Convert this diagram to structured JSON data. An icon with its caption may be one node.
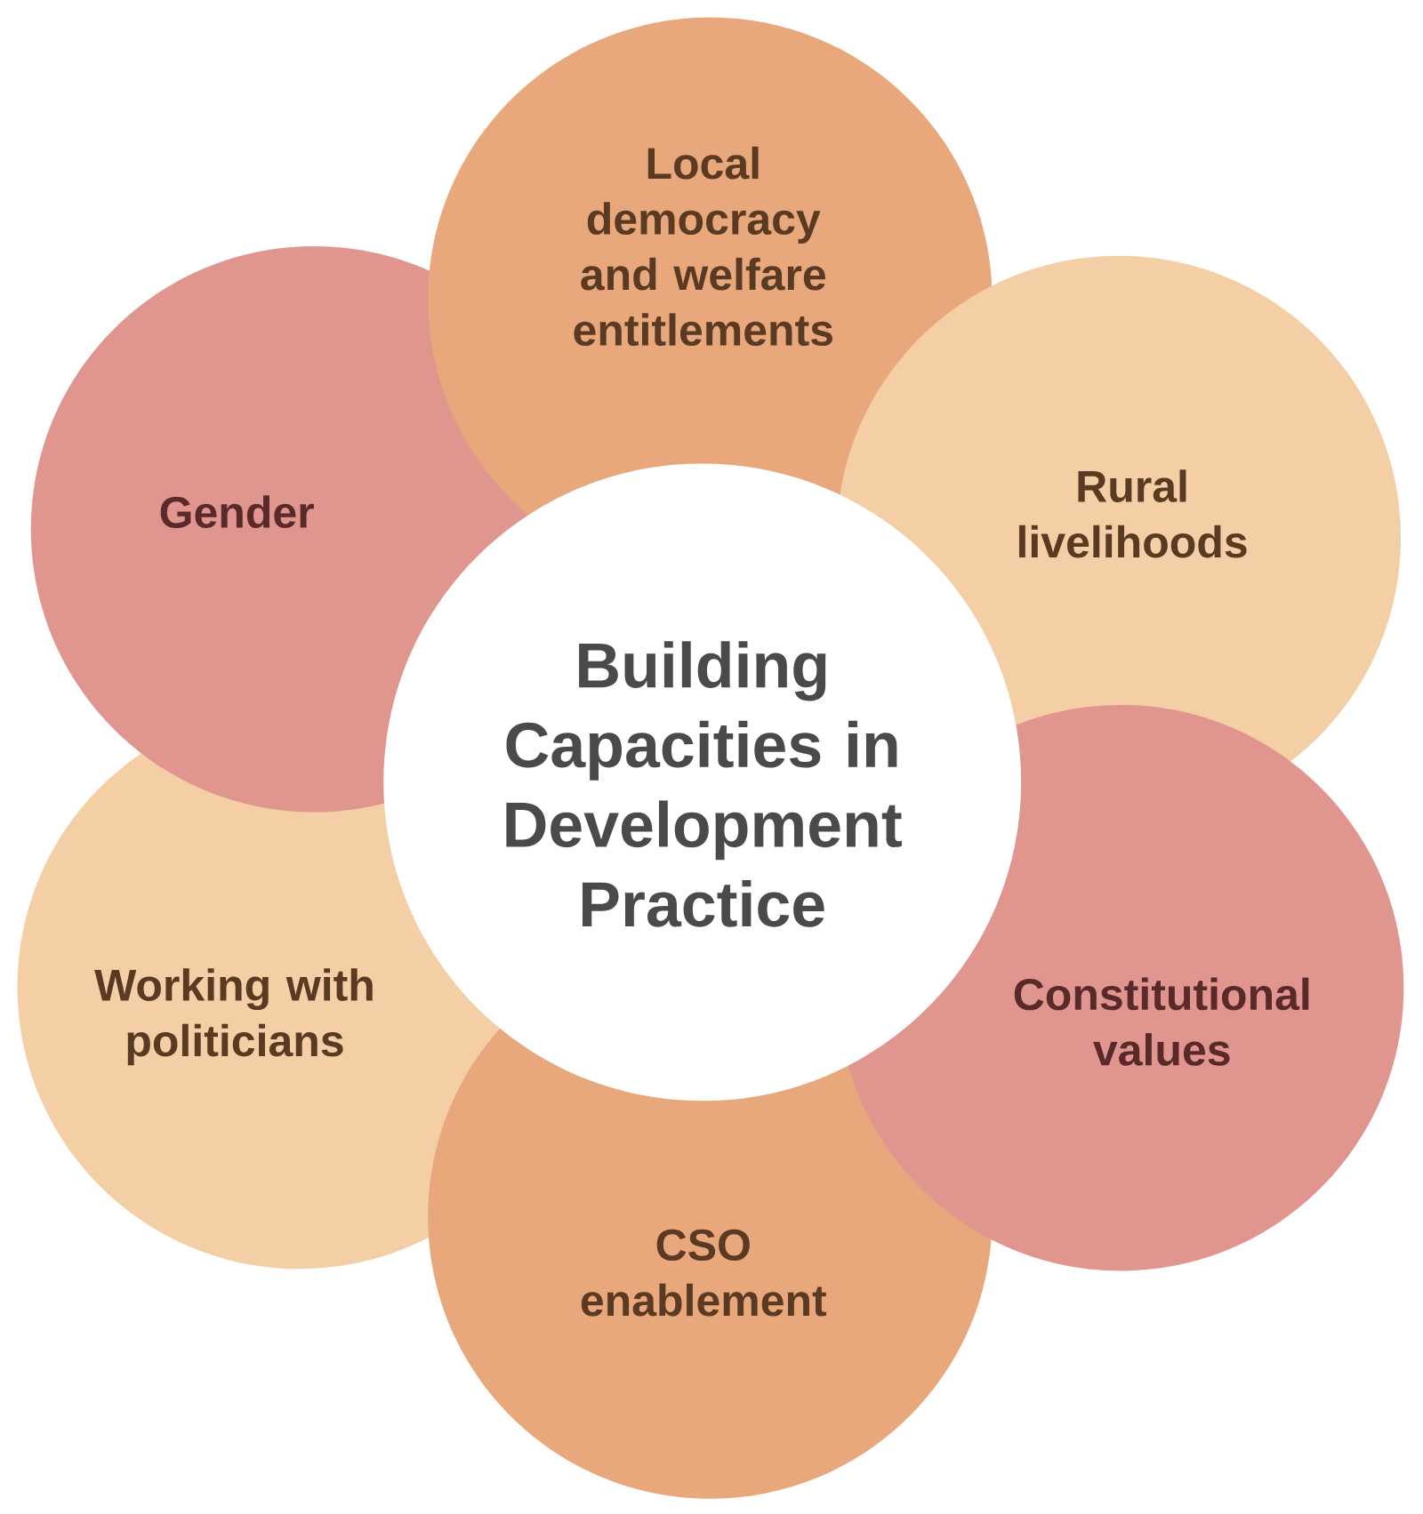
{
  "diagram": {
    "nodes": [
      {
        "text": [
          "Local democracy and welfare entitlements"
        ]
      },
      {
        "text": [
          "Gender"
        ]
      },
      {
        "text": [
          "Rural livelihoods"
        ]
      },
      {
        "text": [
          "Building Capacities in Development Practice"
        ]
      },
      {
        "text": [
          "Working with politicians"
        ]
      },
      {
        "text": [
          "Constitutional values"
        ]
      },
      {
        "text": [
          "CSO enablement"
        ]
      }
    ]
  }
}
